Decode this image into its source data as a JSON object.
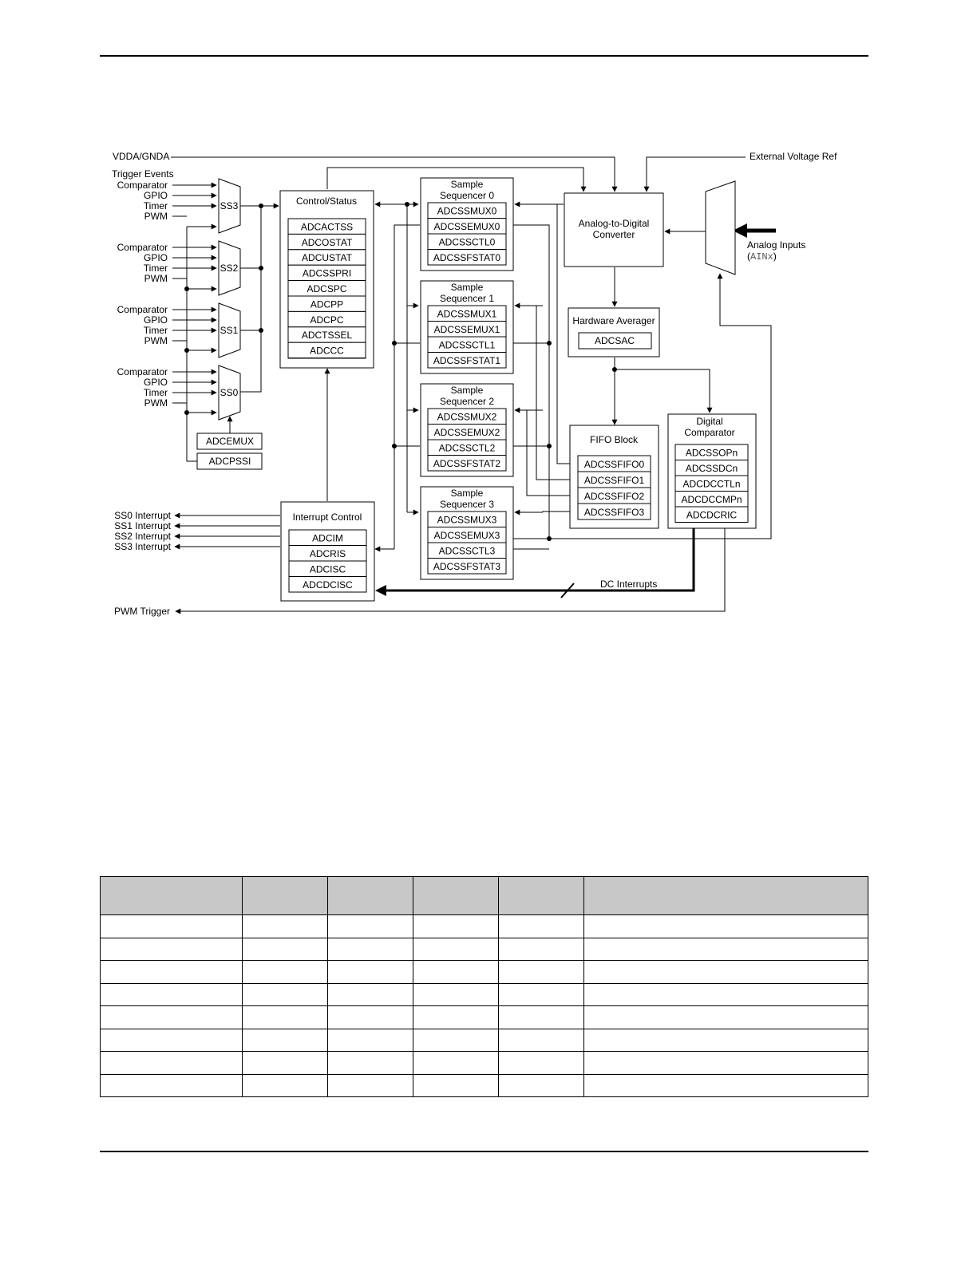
{
  "diagram": {
    "signals": {
      "vdda_gnda": "VDDA/GNDA",
      "external_vref": "External Voltage Ref",
      "trigger_events": "Trigger Events",
      "analog_inputs": "Analog Inputs",
      "ainx_open": "(",
      "ainx": "AINx",
      "ainx_close": ")",
      "dc_interrupts": "DC Interrupts",
      "pwm_trigger": "PWM Trigger"
    },
    "trigger_groups": [
      {
        "mux": "SS3",
        "inputs": [
          "Comparator",
          "GPIO",
          "Timer",
          "PWM"
        ]
      },
      {
        "mux": "SS2",
        "inputs": [
          "Comparator",
          "GPIO",
          "Timer",
          "PWM"
        ]
      },
      {
        "mux": "SS1",
        "inputs": [
          "Comparator",
          "GPIO",
          "Timer",
          "PWM"
        ]
      },
      {
        "mux": "SS0",
        "inputs": [
          "Comparator",
          "GPIO",
          "Timer",
          "PWM"
        ]
      }
    ],
    "mux_regs": [
      "ADCEMUX",
      "ADCPSSI"
    ],
    "control_status": {
      "title": "Control/Status",
      "regs": [
        "ADCACTSS",
        "ADCOSTAT",
        "ADCUSTAT",
        "ADCSSPRI",
        "ADCSPC",
        "ADCPP",
        "ADCPC",
        "ADCTSSEL",
        "ADCCC"
      ]
    },
    "sequencers": [
      {
        "title1": "Sample",
        "title2": "Sequencer 0",
        "regs": [
          "ADCSSMUX0",
          "ADCSSEMUX0",
          "ADCSSCTL0",
          "ADCSSFSTAT0"
        ]
      },
      {
        "title1": "Sample",
        "title2": "Sequencer 1",
        "regs": [
          "ADCSSMUX1",
          "ADCSSEMUX1",
          "ADCSSCTL1",
          "ADCSSFSTAT1"
        ]
      },
      {
        "title1": "Sample",
        "title2": "Sequencer 2",
        "regs": [
          "ADCSSMUX2",
          "ADCSSEMUX2",
          "ADCSSCTL2",
          "ADCSSFSTAT2"
        ]
      },
      {
        "title1": "Sample",
        "title2": "Sequencer 3",
        "regs": [
          "ADCSSMUX3",
          "ADCSSEMUX3",
          "ADCSSCTL3",
          "ADCSSFSTAT3"
        ]
      }
    ],
    "adc": {
      "line1": "Analog-to-Digital",
      "line2": "Converter"
    },
    "averager": {
      "title": "Hardware Averager",
      "reg": "ADCSAC"
    },
    "fifo": {
      "title": "FIFO Block",
      "regs": [
        "ADCSSFIFO0",
        "ADCSSFIFO1",
        "ADCSSFIFO2",
        "ADCSSFIFO3"
      ]
    },
    "comparator": {
      "line1": "Digital",
      "line2": "Comparator",
      "regs": [
        "ADCSSOPn",
        "ADCSSDCn",
        "ADCDCCTLn",
        "ADCDCCMPn",
        "ADCDCRIC"
      ]
    },
    "interrupt_control": {
      "title": "Interrupt Control",
      "regs": [
        "ADCIM",
        "ADCRIS",
        "ADCISC",
        "ADCDCISC"
      ]
    },
    "interrupts": [
      "SS0 Interrupt",
      "SS1 Interrupt",
      "SS2 Interrupt",
      "SS3 Interrupt"
    ]
  }
}
